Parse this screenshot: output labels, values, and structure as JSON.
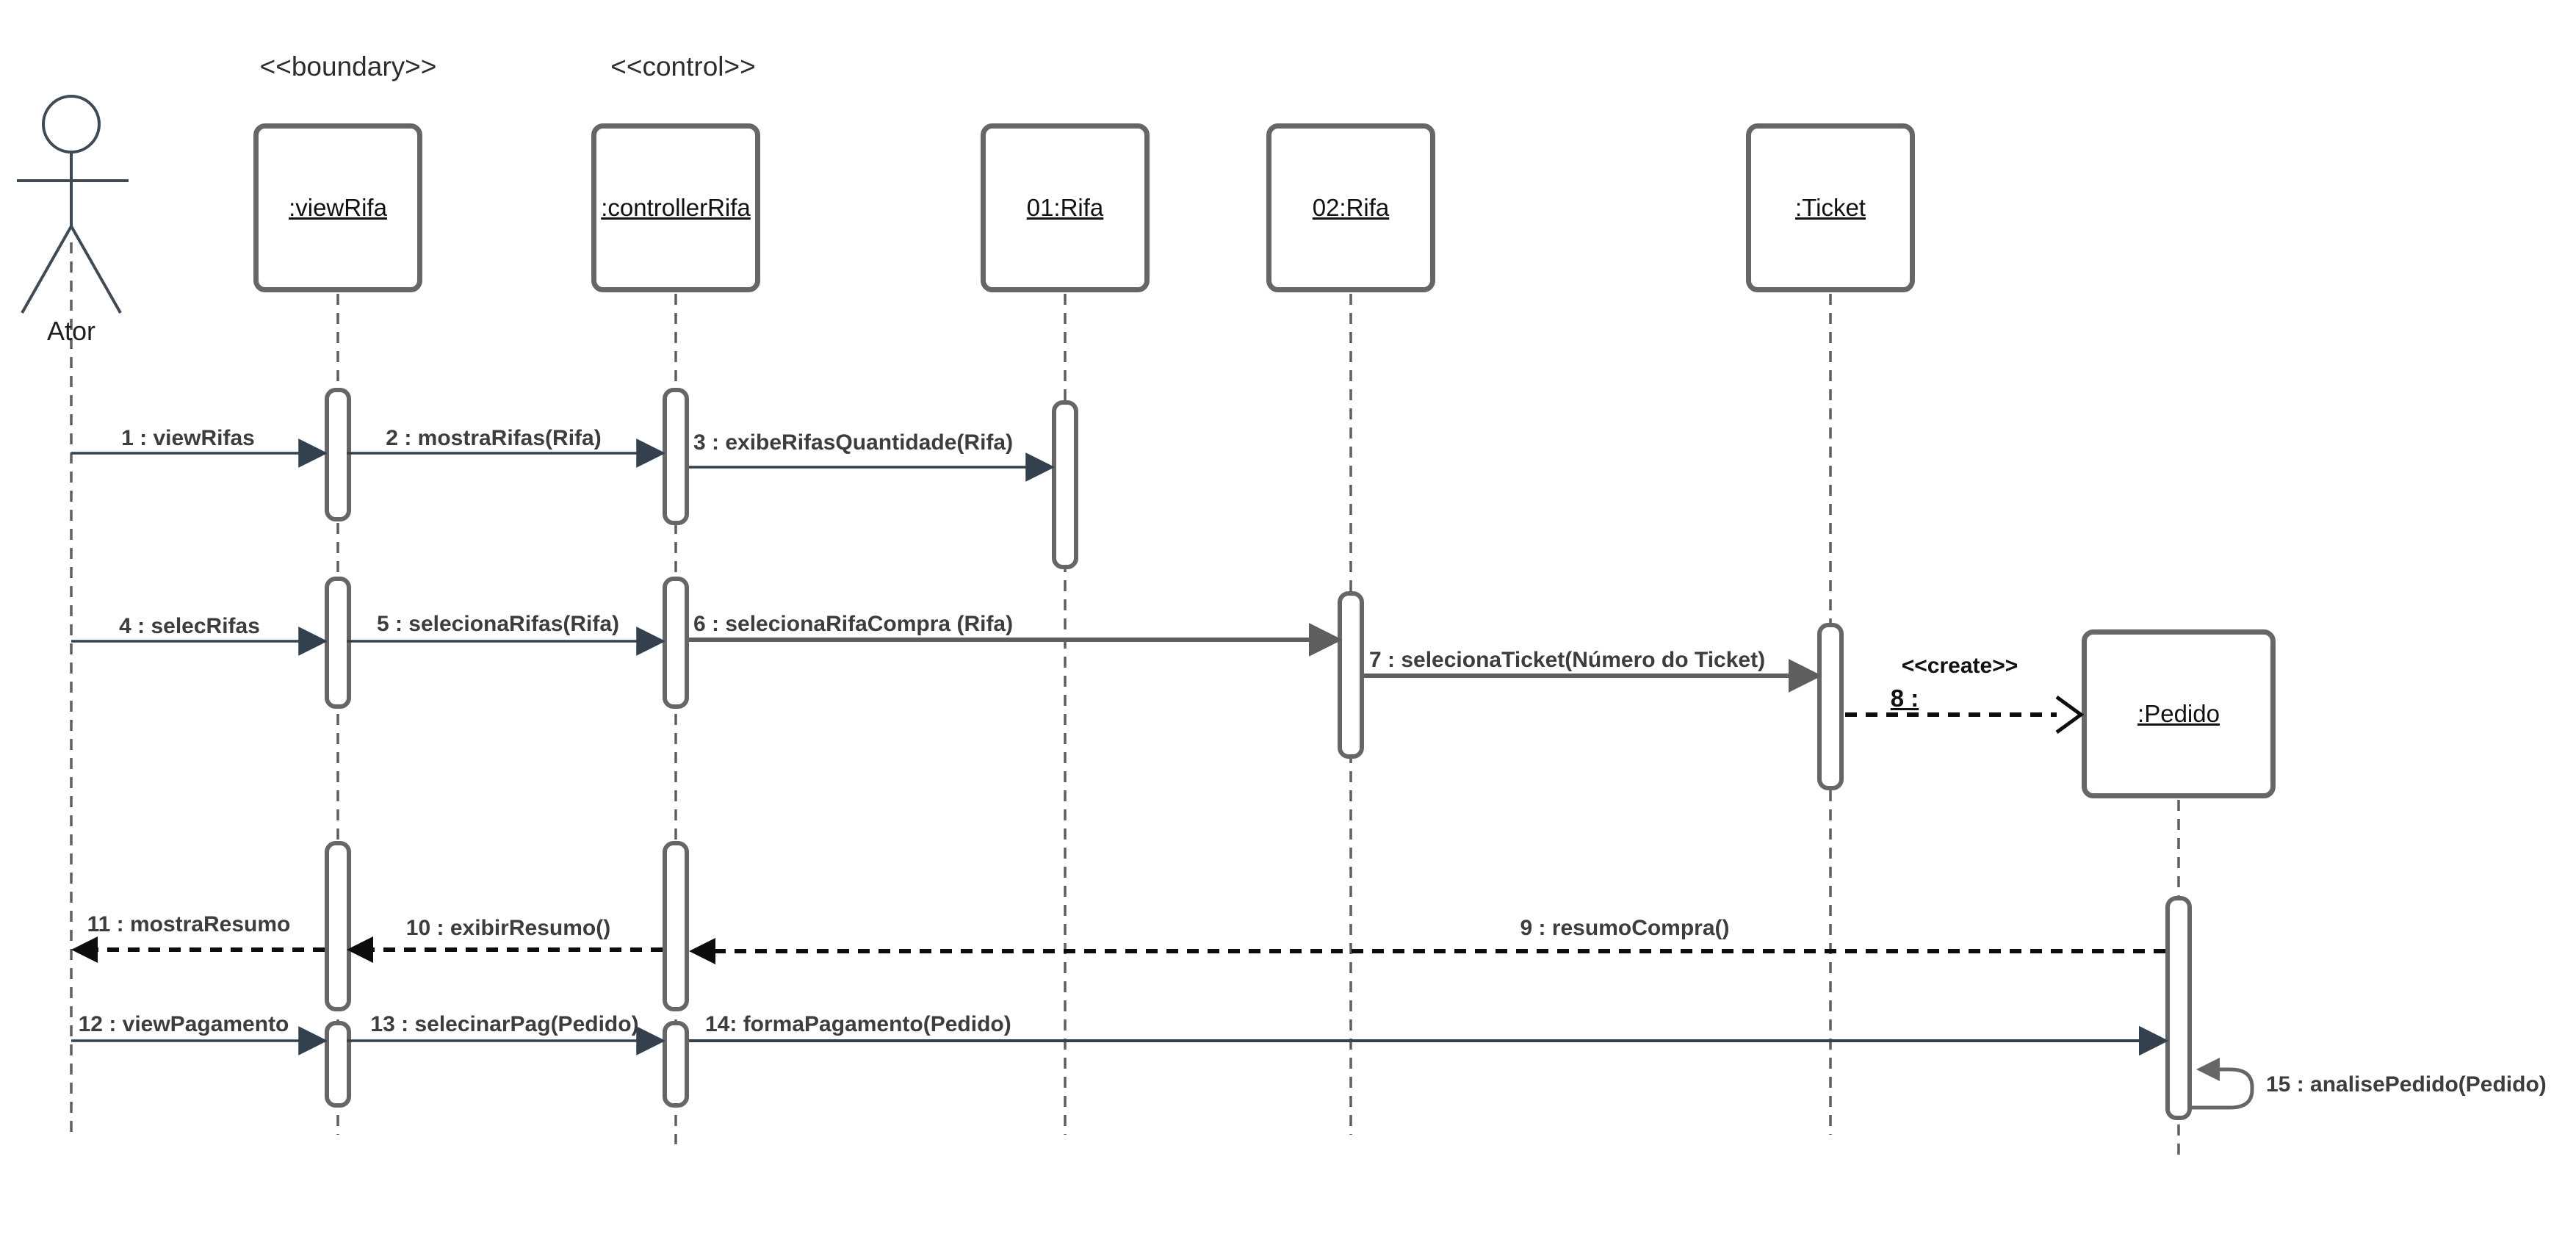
{
  "diagram": {
    "kind": "uml-sequence-diagram",
    "actor": {
      "label": "Ator"
    },
    "stereotypes": {
      "boundary": "<<boundary>>",
      "control": "<<control>>"
    },
    "objects": [
      {
        "label": ":viewRifa",
        "stereotype": "<<boundary>>"
      },
      {
        "label": ":controllerRifa",
        "stereotype": "<<control>>"
      },
      {
        "label": "01:Rifa"
      },
      {
        "label": "02:Rifa"
      },
      {
        "label": ":Ticket"
      },
      {
        "label": ":Pedido"
      }
    ],
    "messages": [
      {
        "label": "1 : viewRifas",
        "type": "solid",
        "from": "Ator",
        "to": ":viewRifa"
      },
      {
        "label": "2 : mostraRifas(Rifa)",
        "type": "solid",
        "from": ":viewRifa",
        "to": ":controllerRifa"
      },
      {
        "label": "3 : exibeRifasQuantidade(Rifa)",
        "type": "solid",
        "from": ":controllerRifa",
        "to": "01:Rifa"
      },
      {
        "label": "4 : selecRifas",
        "type": "solid",
        "from": "Ator",
        "to": ":viewRifa"
      },
      {
        "label": "5 : selecionaRifas(Rifa)",
        "type": "solid",
        "from": ":viewRifa",
        "to": ":controllerRifa"
      },
      {
        "label": "6 : selecionaRifaCompra (Rifa)",
        "type": "solid",
        "from": ":controllerRifa",
        "to": "02:Rifa"
      },
      {
        "label": "7 : selecionaTicket(Número do Ticket)",
        "type": "solid",
        "from": "02:Rifa",
        "to": ":Ticket"
      },
      {
        "label": "8 :",
        "stereotype": "<<create>>",
        "type": "dashed-create",
        "from": ":Ticket",
        "to": ":Pedido"
      },
      {
        "label": "9 : resumoCompra()",
        "type": "dashed-return",
        "from": ":Pedido",
        "to": ":controllerRifa"
      },
      {
        "label": "10 : exibirResumo()",
        "type": "dashed-return",
        "from": ":controllerRifa",
        "to": ":viewRifa"
      },
      {
        "label": "11 : mostraResumo",
        "type": "dashed-return",
        "from": ":viewRifa",
        "to": "Ator"
      },
      {
        "label": "12 : viewPagamento",
        "type": "solid",
        "from": "Ator",
        "to": ":viewRifa"
      },
      {
        "label": "13 : selecinarPag(Pedido)",
        "type": "solid",
        "from": ":viewRifa",
        "to": ":controllerRifa"
      },
      {
        "label": "14:  formaPagamento(Pedido)",
        "type": "solid",
        "from": ":controllerRifa",
        "to": ":Pedido"
      },
      {
        "label": "15 : analisePedido(Pedido)",
        "type": "self",
        "from": ":Pedido",
        "to": ":Pedido"
      }
    ]
  }
}
